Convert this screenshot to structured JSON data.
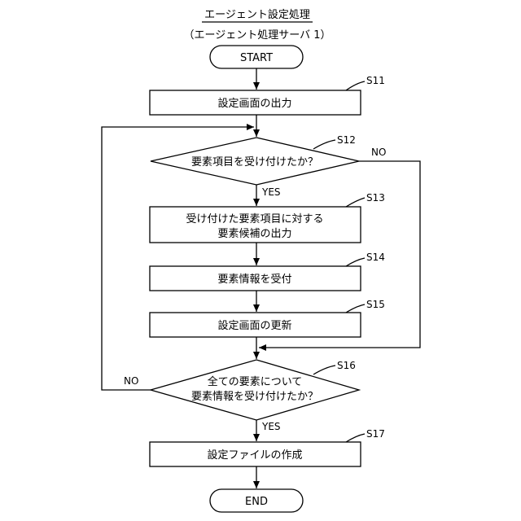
{
  "title": "エージェント設定処理",
  "subtitle": "（エージェント処理サーバ 1）",
  "start": "START",
  "end": "END",
  "steps": {
    "s11": {
      "id": "S11",
      "text": "設定画面の出力"
    },
    "s12": {
      "id": "S12",
      "text": "要素項目を受け付けたか？"
    },
    "s13": {
      "id": "S13",
      "line1": "受け付けた要素項目に対する",
      "line2": "要素候補の出力"
    },
    "s14": {
      "id": "S14",
      "text": "要素情報を受付"
    },
    "s15": {
      "id": "S15",
      "text": "設定画面の更新"
    },
    "s16": {
      "id": "S16",
      "line1": "全ての要素について",
      "line2": "要素情報を受け付けたか？"
    },
    "s17": {
      "id": "S17",
      "text": "設定ファイルの作成"
    }
  },
  "branch_labels": {
    "s12_yes": "YES",
    "s12_no": "NO",
    "s16_yes": "YES",
    "s16_no": "NO"
  }
}
